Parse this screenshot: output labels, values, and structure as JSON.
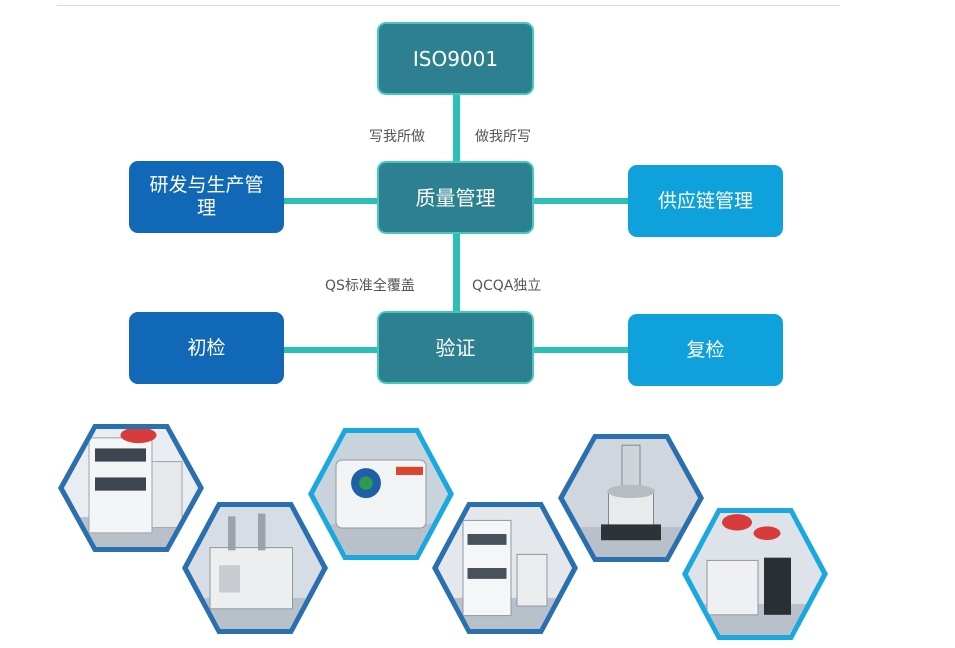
{
  "diagram": {
    "nodes": {
      "top": "ISO9001",
      "center": "质量管理",
      "left_mid": "研发与生产管理",
      "right_mid": "供应链管理",
      "bottom_center": "验证",
      "left_bottom": "初检",
      "right_bottom": "复检"
    },
    "edge_labels": {
      "upper_left": "写我所做",
      "upper_right": "做我所写",
      "lower_left": "QS标准全覆盖",
      "lower_right": "QCQA独立"
    }
  },
  "gallery": {
    "photos": [
      {
        "name": "hplc-system-photo",
        "icon": "lab-instrument-icon"
      },
      {
        "name": "gas-chromatograph-photo",
        "icon": "lab-instrument-icon"
      },
      {
        "name": "sample-analyzer-photo",
        "icon": "lab-instrument-icon"
      },
      {
        "name": "liquid-chromatograph-photo",
        "icon": "lab-instrument-icon"
      },
      {
        "name": "dissolution-tester-photo",
        "icon": "lab-instrument-icon"
      },
      {
        "name": "gc-station-photo",
        "icon": "lab-instrument-icon"
      }
    ],
    "colors": {
      "border_dark": "#2a6fae",
      "border_light": "#1aa8df",
      "accent": "#2cbfb5"
    }
  }
}
